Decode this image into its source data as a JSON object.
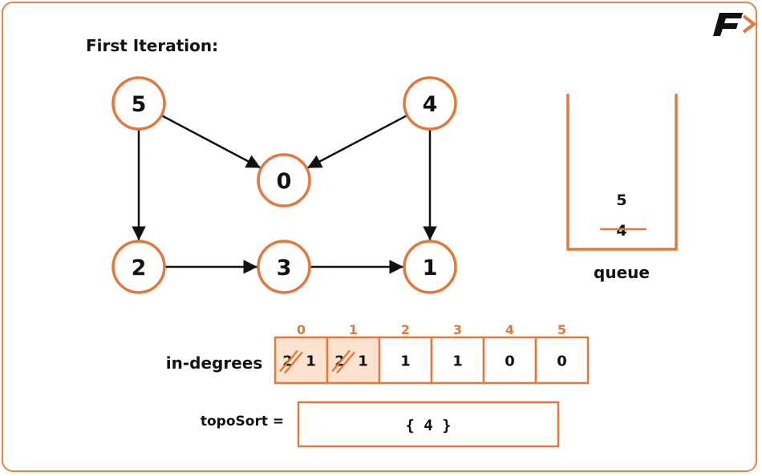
{
  "title": "First Iteration:",
  "accent_color": "#e07a3c",
  "logo_icon": "brand-logo",
  "graph": {
    "nodes": [
      {
        "id": "5",
        "label": "5"
      },
      {
        "id": "4",
        "label": "4"
      },
      {
        "id": "0",
        "label": "0"
      },
      {
        "id": "2",
        "label": "2"
      },
      {
        "id": "3",
        "label": "3"
      },
      {
        "id": "1",
        "label": "1"
      }
    ],
    "edges": [
      {
        "from": "5",
        "to": "0"
      },
      {
        "from": "4",
        "to": "0"
      },
      {
        "from": "5",
        "to": "2"
      },
      {
        "from": "4",
        "to": "1"
      },
      {
        "from": "2",
        "to": "3"
      },
      {
        "from": "3",
        "to": "1"
      }
    ]
  },
  "queue": {
    "label": "queue",
    "items": [
      {
        "value": "5",
        "removed": false
      },
      {
        "value": "4",
        "removed": true
      }
    ]
  },
  "in_degrees": {
    "label": "in-degrees",
    "cells": [
      {
        "index": "0",
        "old": "2",
        "value": "1",
        "highlighted": true
      },
      {
        "index": "1",
        "old": "2",
        "value": "1",
        "highlighted": true
      },
      {
        "index": "2",
        "old": "",
        "value": "1",
        "highlighted": false
      },
      {
        "index": "3",
        "old": "",
        "value": "1",
        "highlighted": false
      },
      {
        "index": "4",
        "old": "",
        "value": "0",
        "highlighted": false
      },
      {
        "index": "5",
        "old": "",
        "value": "0",
        "highlighted": false
      }
    ]
  },
  "topo_sort": {
    "label": "topoSort =",
    "value": "{ 4 }"
  }
}
